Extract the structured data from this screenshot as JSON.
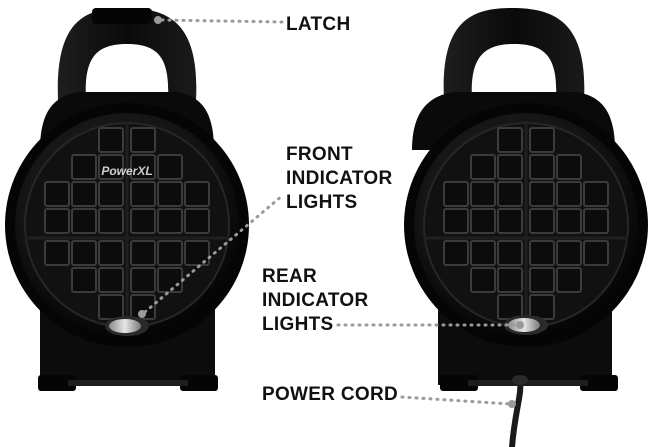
{
  "brand_logo": "PowerXL",
  "callouts": {
    "latch": [
      "LATCH"
    ],
    "front_lights": [
      "FRONT",
      "INDICATOR",
      "LIGHTS"
    ],
    "rear_lights": [
      "REAR",
      "INDICATOR",
      "LIGHTS"
    ],
    "power_cord": [
      "POWER CORD"
    ]
  },
  "colors": {
    "body": "#0b0b0b",
    "leader_line": "#9a9a9a",
    "label_text": "#111111"
  }
}
